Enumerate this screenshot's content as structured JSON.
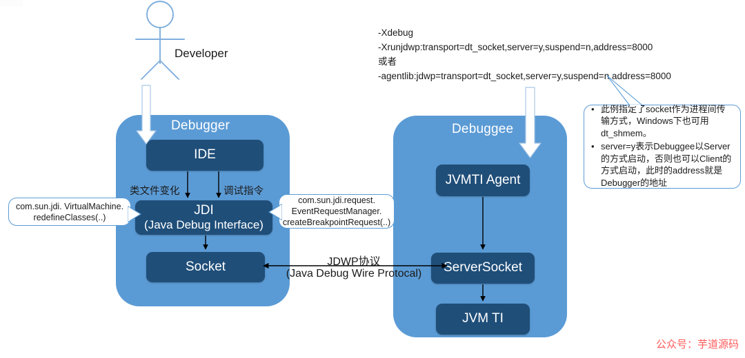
{
  "colors": {
    "panel_blue": "#5B9BD5",
    "node_blue": "#1F4E79",
    "callout_border": "#5B9BD5",
    "watermark_red": "#FF5B5B",
    "background": "#FFFFFF"
  },
  "actor": {
    "label": "Developer",
    "icon": "stick-figure-icon"
  },
  "debugger_panel": {
    "title": "Debugger",
    "nodes": [
      {
        "id": "ide",
        "label": "IDE",
        "sub": ""
      },
      {
        "id": "jdi",
        "label": "JDI",
        "sub": "(Java Debug Interface)"
      },
      {
        "id": "socket",
        "label": "Socket",
        "sub": ""
      }
    ]
  },
  "debuggee_panel": {
    "title": "Debuggee",
    "nodes": [
      {
        "id": "jvmti-agent",
        "label": "JVMTI Agent",
        "sub": ""
      },
      {
        "id": "serversocket",
        "label": "ServerSocket",
        "sub": ""
      },
      {
        "id": "jvm-ti",
        "label": "JVM TI",
        "sub": ""
      }
    ]
  },
  "edge_labels": {
    "class_change": "类文件变化",
    "debug_command": "调试指令",
    "jdwp_line1": "JDWP协议",
    "jdwp_line2": "(Java Debug Wire Protocal)"
  },
  "callouts": {
    "left": {
      "line1": "com.sun.jdi. VirtualMachine.",
      "line2": "redefineClasses(..)"
    },
    "right": {
      "line1": "com.sun.jdi.request.",
      "line2": "EventRequestManager.",
      "line3": "createBreakpointRequest(..)"
    },
    "notes": {
      "bullets": [
        "此例指定了socket作为进程间传输方式，Windows下也可用dt_shmem。",
        "server=y表示Debuggee以Server的方式启动，否则也可以Client的方式启动，此时的address就是Debugger的地址"
      ]
    }
  },
  "jvm_params": {
    "line1": "-Xdebug",
    "line2": "-Xrunjdwp:transport=dt_socket,server=y,suspend=n,address=8000",
    "line3": "或者",
    "line4": "-agentlib:jdwp=transport=dt_socket,server=y,suspend=n,address=8000"
  },
  "watermark": {
    "text": "公众号：芋道源码"
  }
}
